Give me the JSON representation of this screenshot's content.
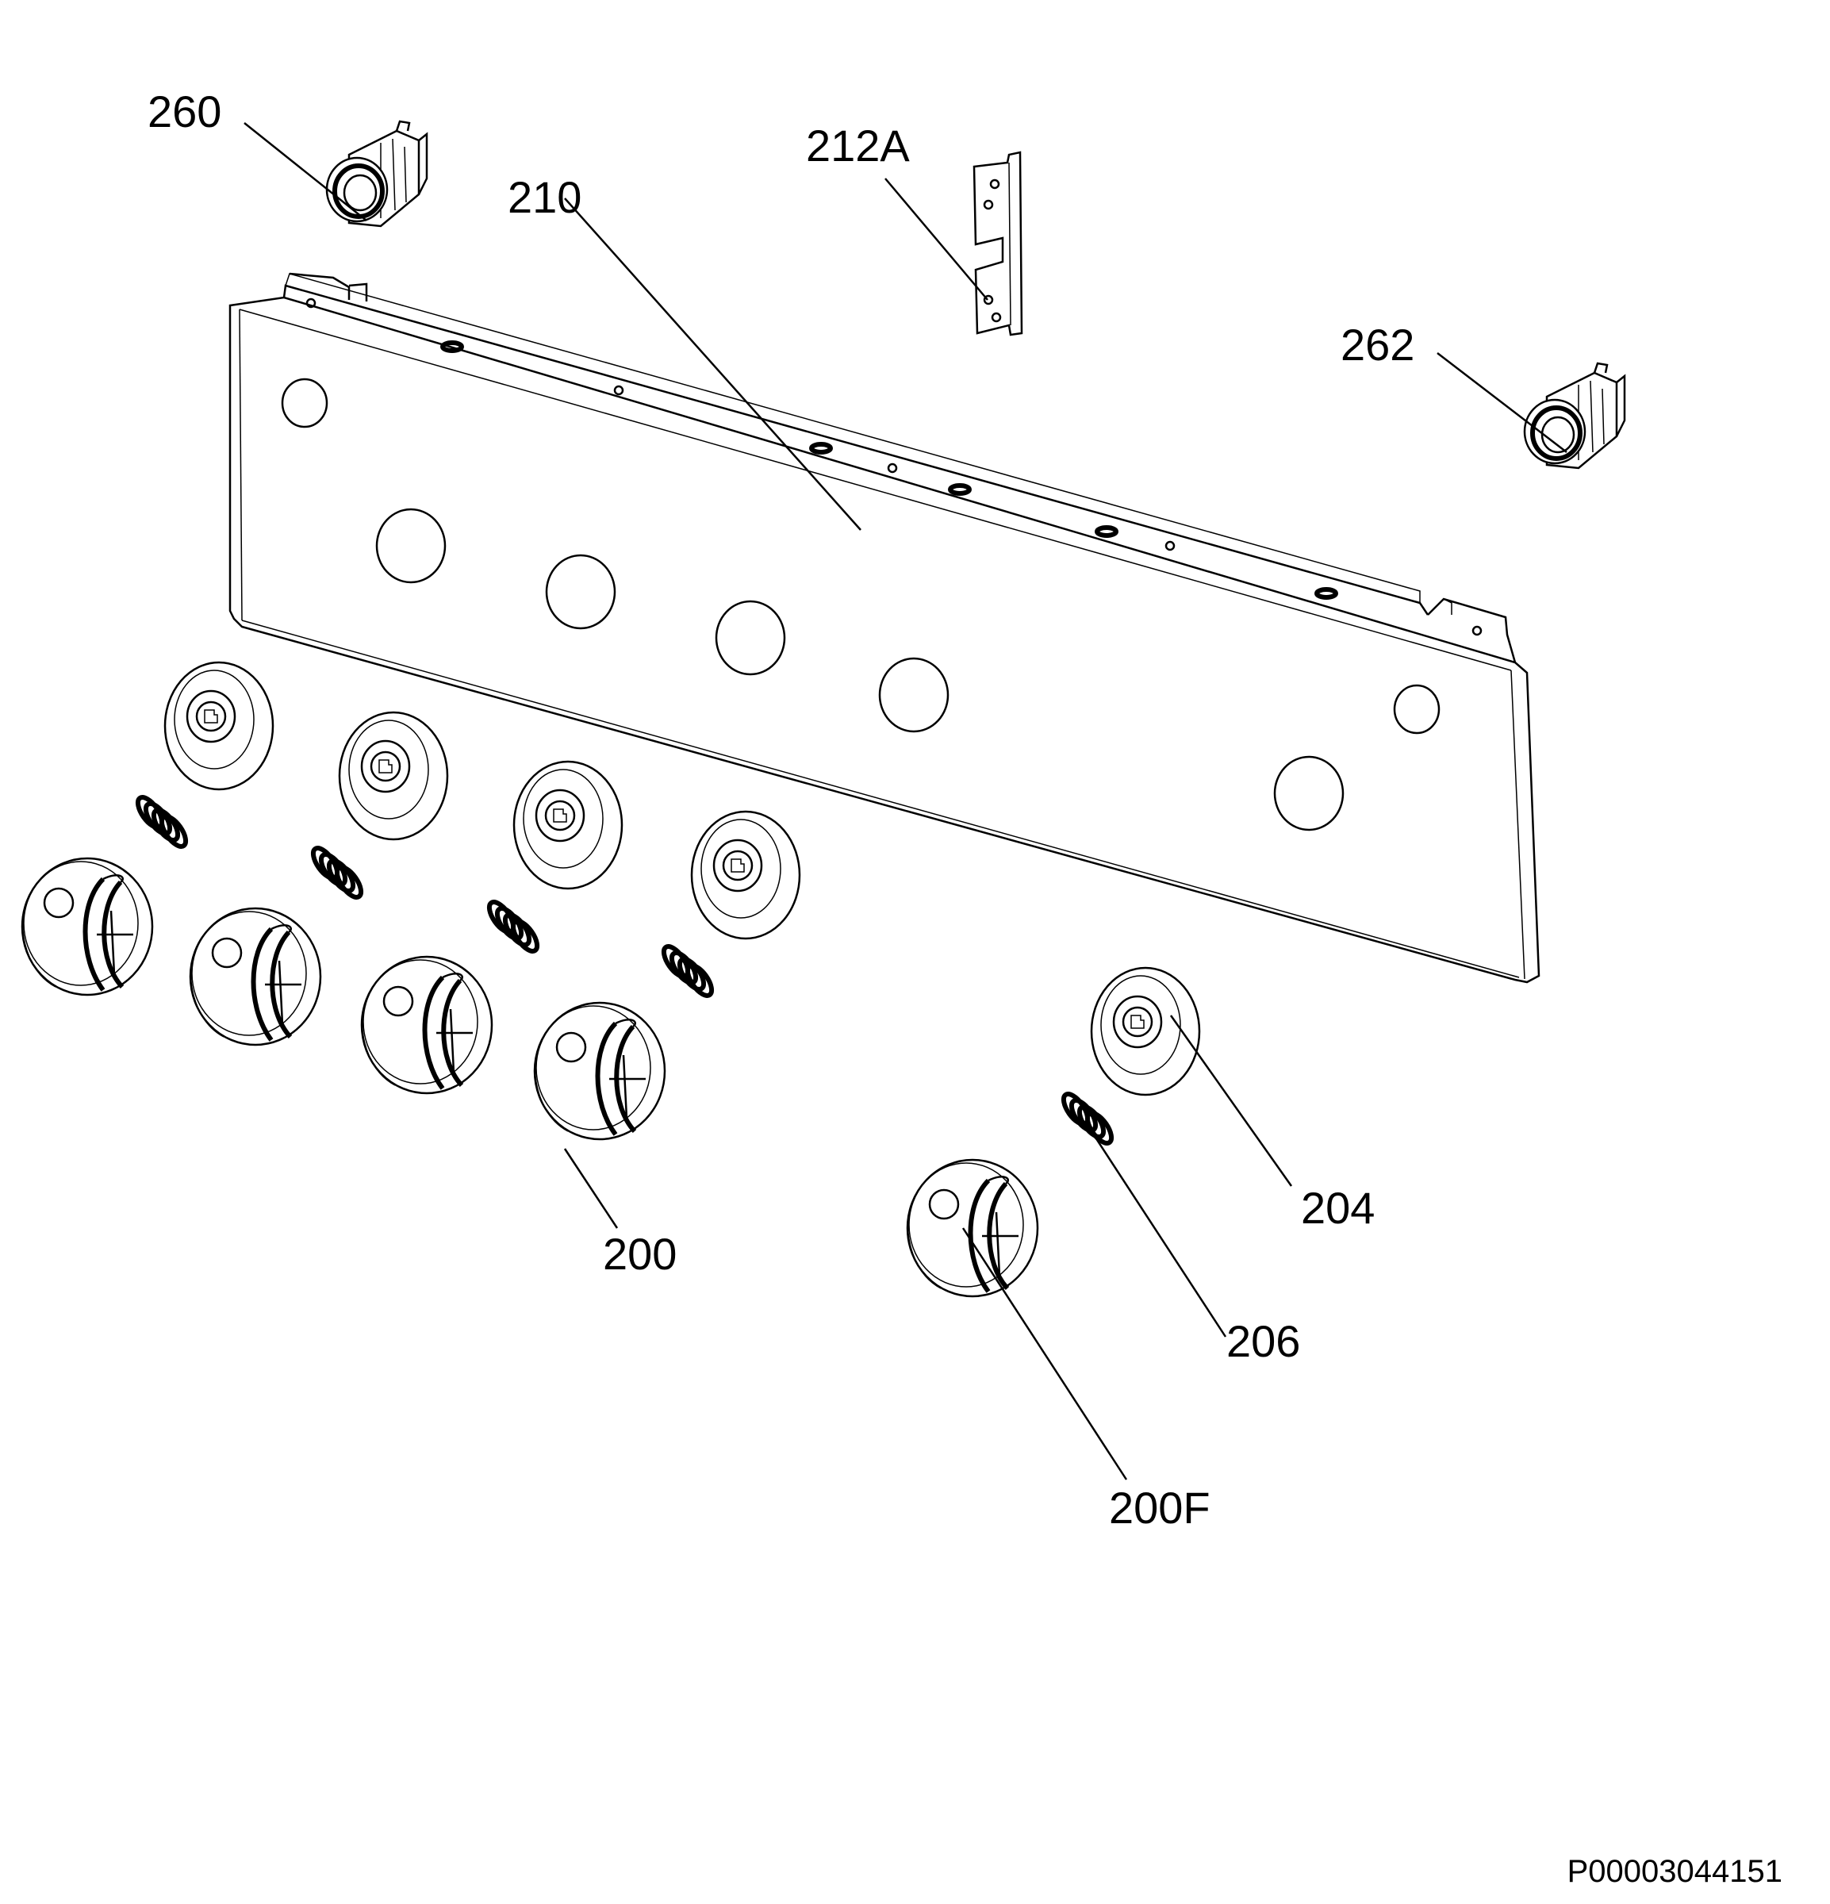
{
  "labels": {
    "p260": "260",
    "p212a": "212A",
    "p210": "210",
    "p262": "262",
    "p200": "200",
    "p204": "204",
    "p206": "206",
    "p200f": "200F"
  },
  "document_code": "P00003044151"
}
